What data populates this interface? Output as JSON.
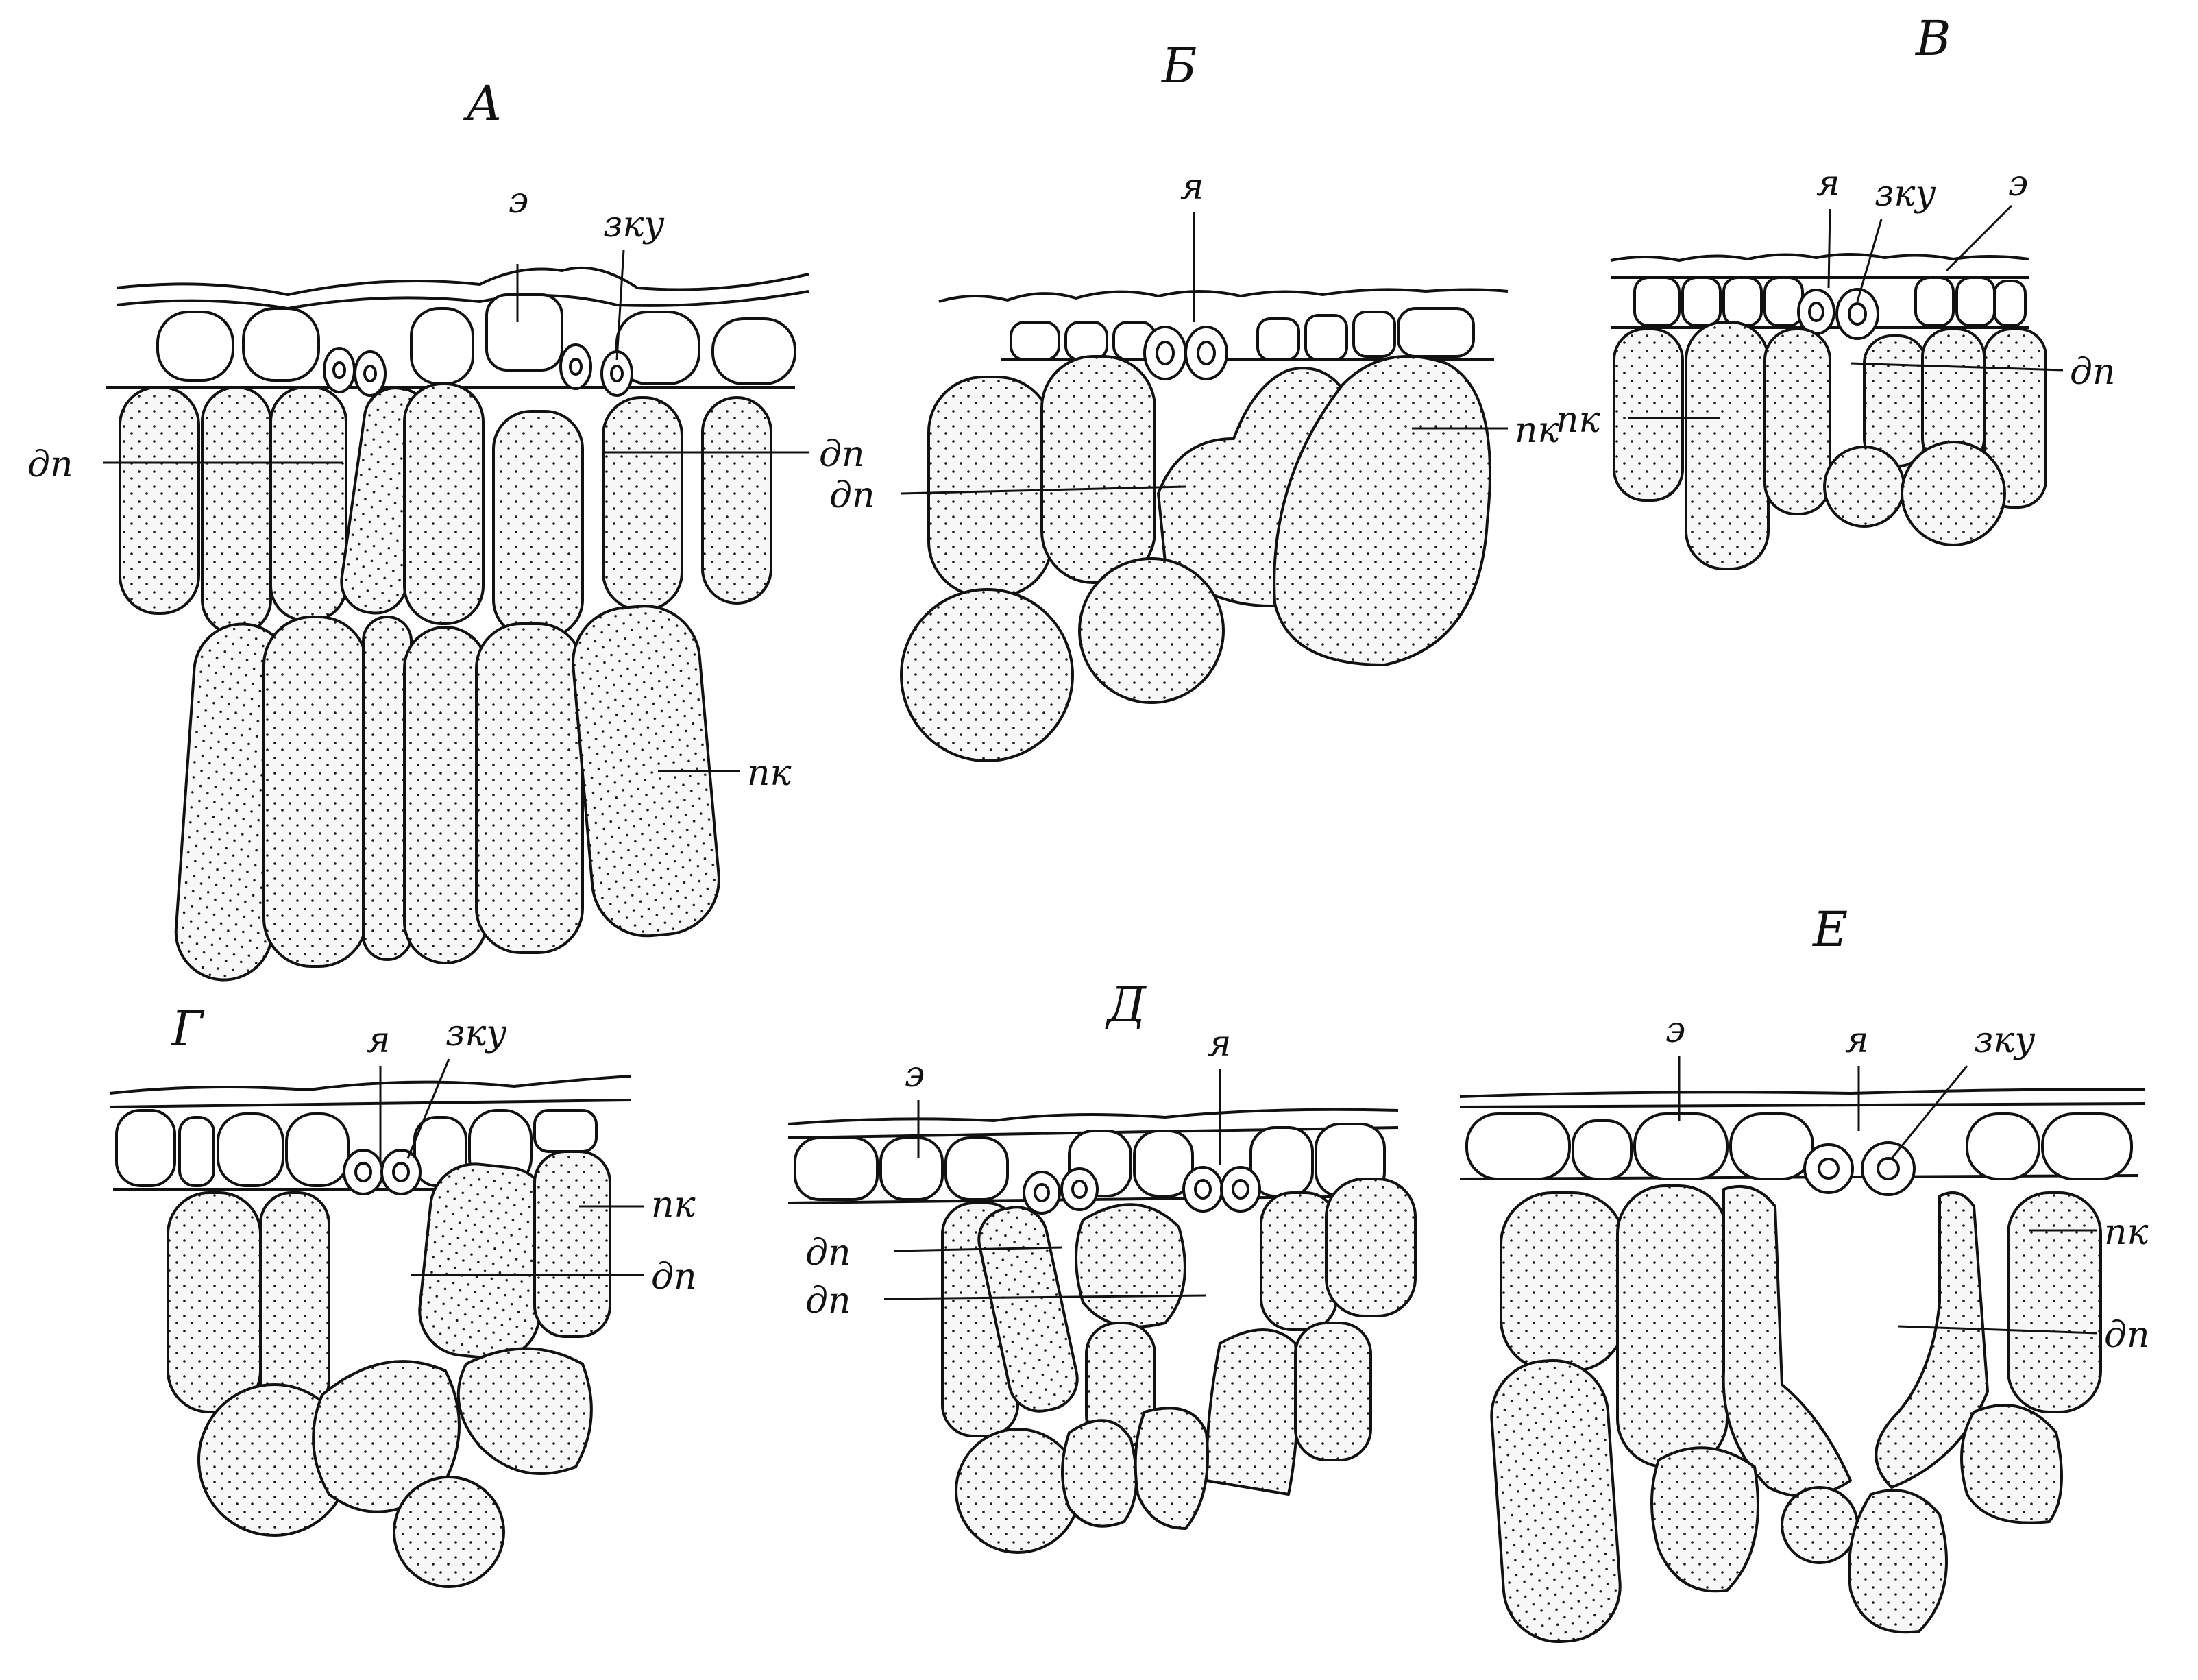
{
  "colors": {
    "ink": "#111111",
    "cell_fill": "#f7f7f7",
    "stipple": "#1a1a1a",
    "background": "#ffffff"
  },
  "panels": [
    {
      "id": "A",
      "letter": "А"
    },
    {
      "id": "B",
      "letter": "Б"
    },
    {
      "id": "V",
      "letter": "В"
    },
    {
      "id": "G",
      "letter": "Г"
    },
    {
      "id": "D",
      "letter": "Д"
    },
    {
      "id": "E",
      "letter": "Е"
    }
  ],
  "labels": {
    "A": {
      "z": "э",
      "zku": "зку",
      "dp_left": "дп",
      "dp_right": "дп",
      "pk": "пк"
    },
    "B": {
      "ya": "я",
      "dp": "дп",
      "pk": "пк"
    },
    "V": {
      "ya": "я",
      "zku": "зку",
      "z": "э",
      "dp": "дп",
      "pk": "пк"
    },
    "G": {
      "ya": "я",
      "zku": "зку",
      "pk": "пк",
      "dp": "дп"
    },
    "D": {
      "z": "э",
      "ya": "я",
      "dp1": "дп",
      "dp2": "дп"
    },
    "E": {
      "z": "э",
      "ya": "я",
      "zku": "зку",
      "pk": "пк",
      "dp": "дп"
    }
  }
}
